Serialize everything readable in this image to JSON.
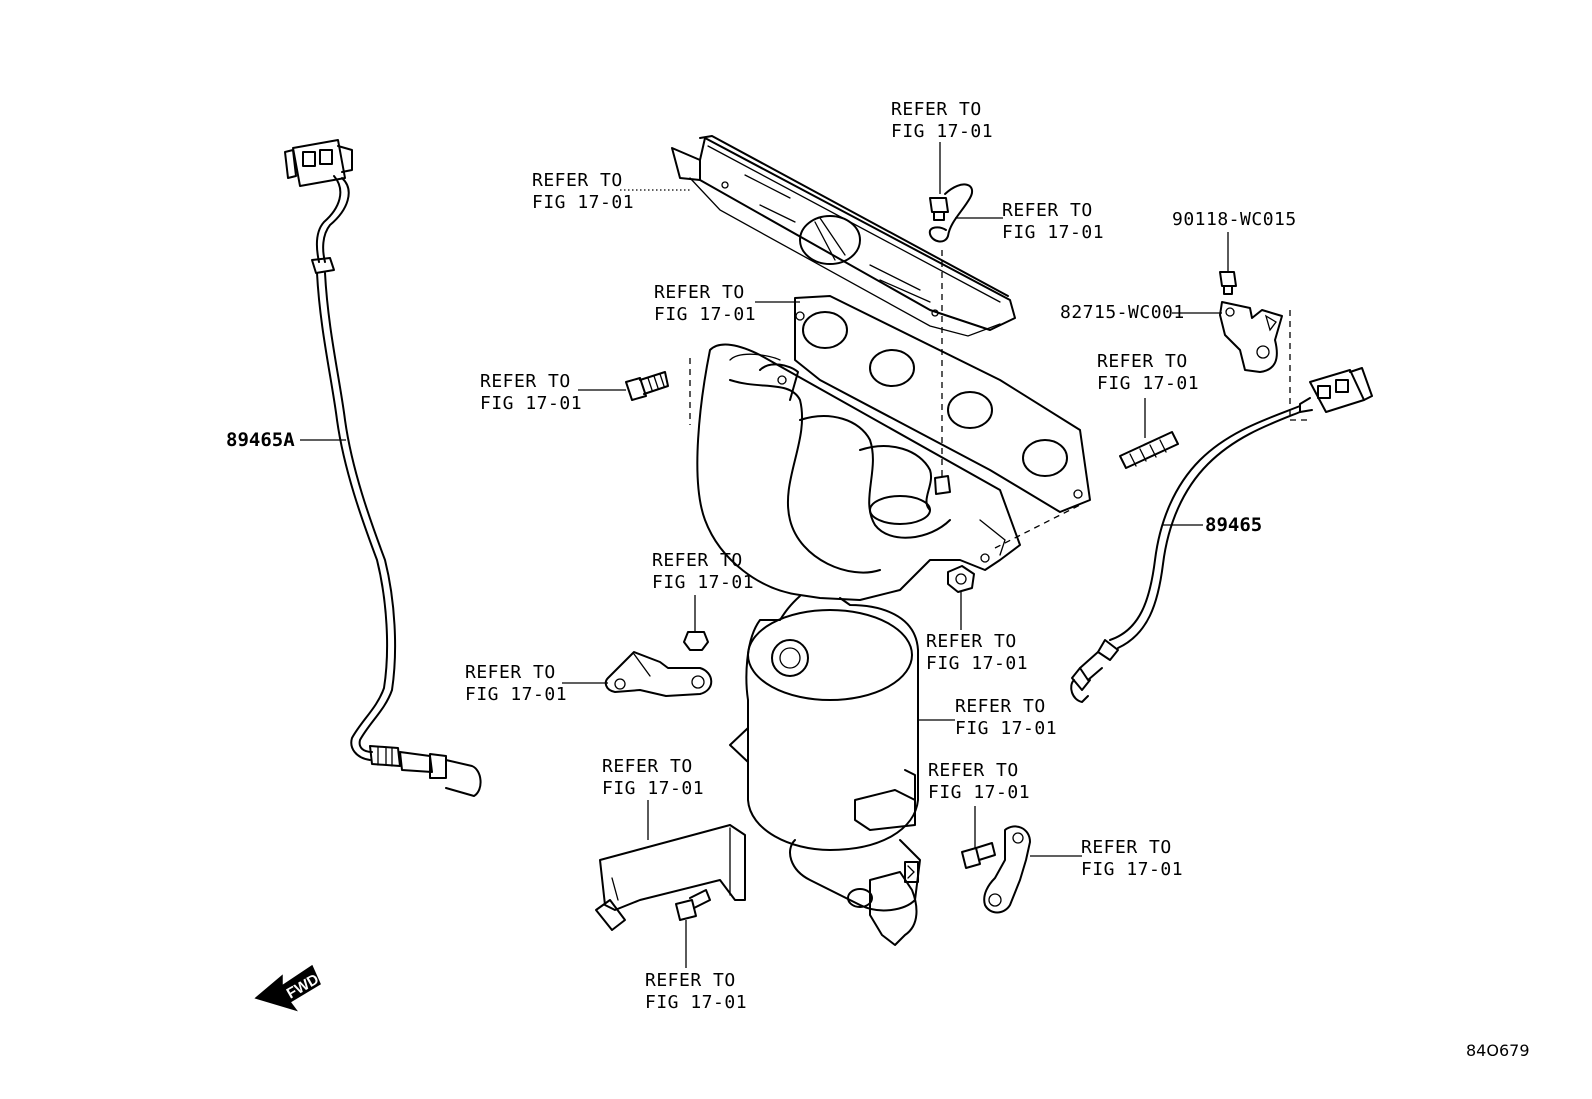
{
  "refer_line1": "REFER TO",
  "refer_line2": "FIG 17-01",
  "parts": {
    "sensor_left": "89465A",
    "sensor_right": "89465",
    "bolt_bracket": "90118-WC015",
    "bracket": "82715-WC001"
  },
  "fwd_label": "FWD",
  "figure_code": "84O679"
}
